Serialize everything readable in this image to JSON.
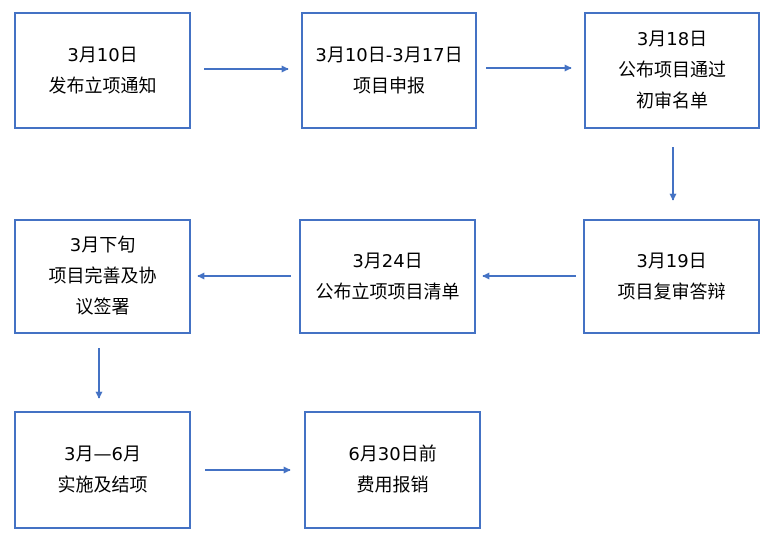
{
  "colors": {
    "box_border": "#4472c4",
    "arrow": "#4472c4",
    "text": "#000000",
    "background": "#ffffff"
  },
  "steps": [
    {
      "lines": [
        "3月10日",
        "发布立项通知"
      ]
    },
    {
      "lines": [
        "3月10日-3月17日",
        "项目申报"
      ]
    },
    {
      "lines": [
        "3月18日",
        "公布项目通过",
        "初审名单"
      ]
    },
    {
      "lines": [
        "3月19日",
        "项目复审答辩"
      ]
    },
    {
      "lines": [
        "3月24日",
        "公布立项项目清单"
      ]
    },
    {
      "lines": [
        "3月下旬",
        "项目完善及协",
        "议签署"
      ]
    },
    {
      "lines": [
        "3月—6月",
        "实施及结项"
      ]
    },
    {
      "lines": [
        "6月30日前",
        "费用报销"
      ]
    }
  ]
}
